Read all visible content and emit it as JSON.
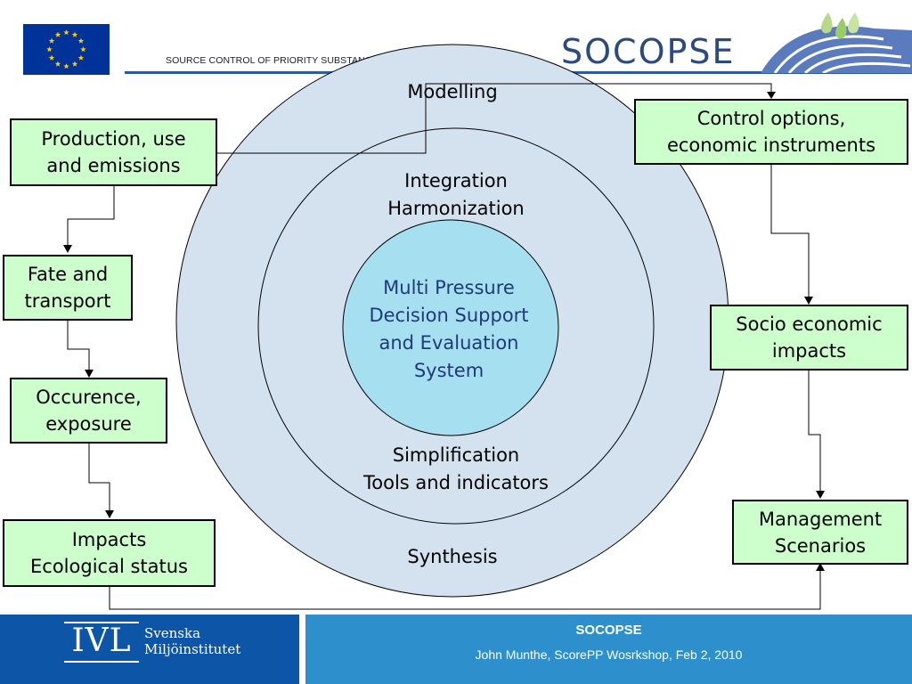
{
  "header": {
    "tagline": "SOURCE CONTROL OF PRIORITY SUBSTANCES IN EUROPE",
    "brand": "SOCOPSE"
  },
  "rings": {
    "outer_top": "Modelling",
    "outer_bottom": "Synthesis",
    "middle_top": "Integration\nHarmonization",
    "middle_bottom": "Simplification\nTools and indicators",
    "core": "Multi Pressure\nDecision Support\nand Evaluation\nSystem"
  },
  "left_chain": [
    "Production, use\nand emissions",
    "Fate and\ntransport",
    "Occurence,\nexposure",
    "Impacts\nEcological status"
  ],
  "right_chain": [
    "Control options,\neconomic instruments",
    "Socio economic\nimpacts",
    "Management\nScenarios"
  ],
  "footer": {
    "org_abbrev": "IVL",
    "org_name": "Svenska\nMiljöinstitutet",
    "title": "SOCOPSE",
    "subtitle": "John Munthe, ScorePP Wosrkshop, Feb 2, 2010"
  },
  "colors": {
    "box_fill": "#ccffcc",
    "ring_fill": "#d4e2f0",
    "core_fill": "#a6dff0",
    "eu_blue": "#003399",
    "eu_stars": "#ffcc00",
    "footer_dark": "#0d55a6",
    "footer_light": "#2e8fcd"
  }
}
